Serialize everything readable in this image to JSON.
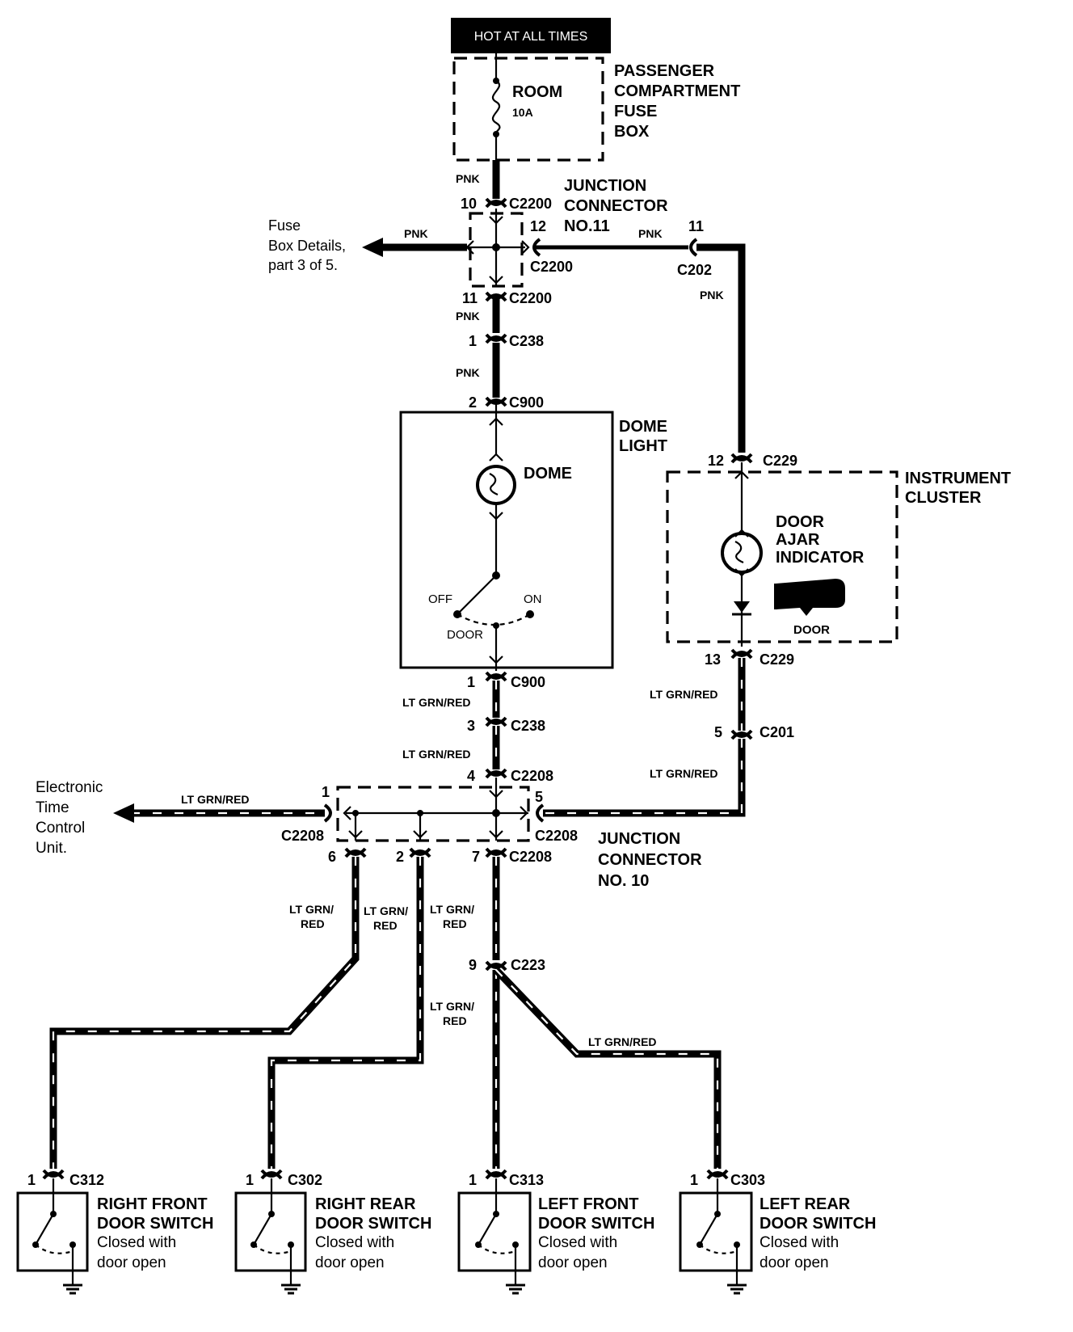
{
  "power_label": "HOT AT ALL TIMES",
  "fuse_box": {
    "name_lines": [
      "PASSENGER",
      "COMPARTMENT",
      "FUSE",
      "BOX"
    ],
    "fuse_name": "ROOM",
    "fuse_rating": "10A"
  },
  "junction_11": {
    "title_lines": [
      "JUNCTION",
      "CONNECTOR",
      "NO.11"
    ],
    "connector": "C2200",
    "pins": {
      "in": "10",
      "right": "12",
      "bottom": "11"
    }
  },
  "fuse_ref": {
    "lines": [
      "Fuse",
      "Box Details,",
      "part 3 of 5."
    ],
    "wire": "PNK"
  },
  "c202": {
    "connector": "C202",
    "pin": "11",
    "wire": "PNK"
  },
  "connectors": {
    "c238_top": {
      "name": "C238",
      "pin": "1"
    },
    "c900_top": {
      "name": "C900",
      "pin": "2"
    },
    "c900_bottom": {
      "name": "C900",
      "pin": "1"
    },
    "c238_bottom": {
      "name": "C238",
      "pin": "3"
    },
    "c2208_top": {
      "name": "C2208",
      "pin": "4"
    },
    "c2208_left": {
      "name": "C2208",
      "pin": "1"
    },
    "c2208_right": {
      "name": "C2208",
      "pin": "5"
    },
    "c2208_out": {
      "name": "C2208",
      "pins": [
        "6",
        "2",
        "7"
      ]
    },
    "c229_top": {
      "name": "C229",
      "pin": "12"
    },
    "c229_bottom": {
      "name": "C229",
      "pin": "13"
    },
    "c201": {
      "name": "C201",
      "pin": "5"
    },
    "c223": {
      "name": "C223",
      "pin": "9"
    }
  },
  "wire_colors": {
    "pnk": "PNK",
    "ltgrn": "LT GRN/RED",
    "ltgrn_split": [
      "LT GRN/",
      "RED"
    ]
  },
  "dome_light": {
    "name_lines": [
      "DOME",
      "LIGHT"
    ],
    "bulb": "DOME",
    "switch_positions": {
      "off": "OFF",
      "on": "ON",
      "door": "DOOR"
    }
  },
  "instrument_cluster": {
    "name_lines": [
      "INSTRUMENT",
      "CLUSTER"
    ],
    "indicator_lines": [
      "DOOR",
      "AJAR",
      "INDICATOR"
    ],
    "icon_label": "DOOR"
  },
  "junction_10": {
    "title_lines": [
      "JUNCTION",
      "CONNECTOR",
      "NO. 10"
    ]
  },
  "etcu_lines": [
    "Electronic",
    "Time",
    "Control",
    "Unit."
  ],
  "door_switches": [
    {
      "connector": "C312",
      "pin": "1",
      "name_lines": [
        "RIGHT FRONT",
        "DOOR SWITCH"
      ],
      "desc_lines": [
        "Closed with",
        "door open"
      ]
    },
    {
      "connector": "C302",
      "pin": "1",
      "name_lines": [
        "RIGHT REAR",
        "DOOR SWITCH"
      ],
      "desc_lines": [
        "Closed with",
        "door open"
      ]
    },
    {
      "connector": "C313",
      "pin": "1",
      "name_lines": [
        "LEFT FRONT",
        "DOOR SWITCH"
      ],
      "desc_lines": [
        "Closed with",
        "door open"
      ]
    },
    {
      "connector": "C303",
      "pin": "1",
      "name_lines": [
        "LEFT REAR",
        "DOOR SWITCH"
      ],
      "desc_lines": [
        "Closed with",
        "door open"
      ]
    }
  ]
}
